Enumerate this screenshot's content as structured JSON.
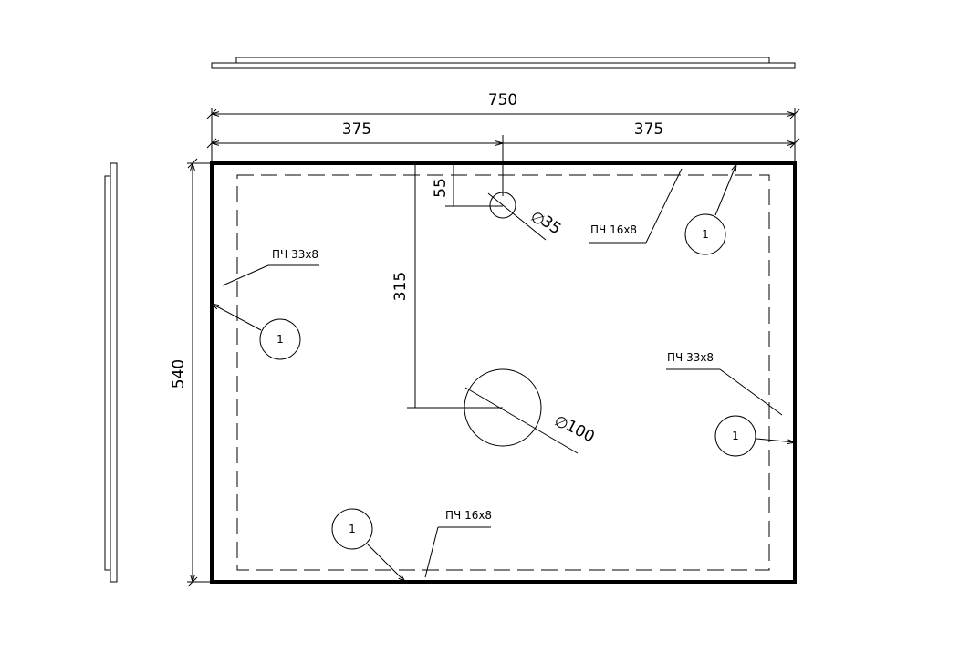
{
  "dimensions": {
    "total_width": "750",
    "half_left": "375",
    "half_right": "375",
    "height": "540",
    "hole_top_offset": "55",
    "hole_vertical": "315",
    "hole_small_diameter": "35",
    "hole_large_diameter": "100",
    "diameter_symbol": "∅"
  },
  "callouts": {
    "top_left_note": "ПЧ 33х8",
    "right_note": "ПЧ 33х8",
    "top_right_note": "ПЧ 16х8",
    "bottom_note": "ПЧ 16х8"
  },
  "bubbles": {
    "left": "1",
    "top_right": "1",
    "right": "1",
    "bottom": "1"
  }
}
